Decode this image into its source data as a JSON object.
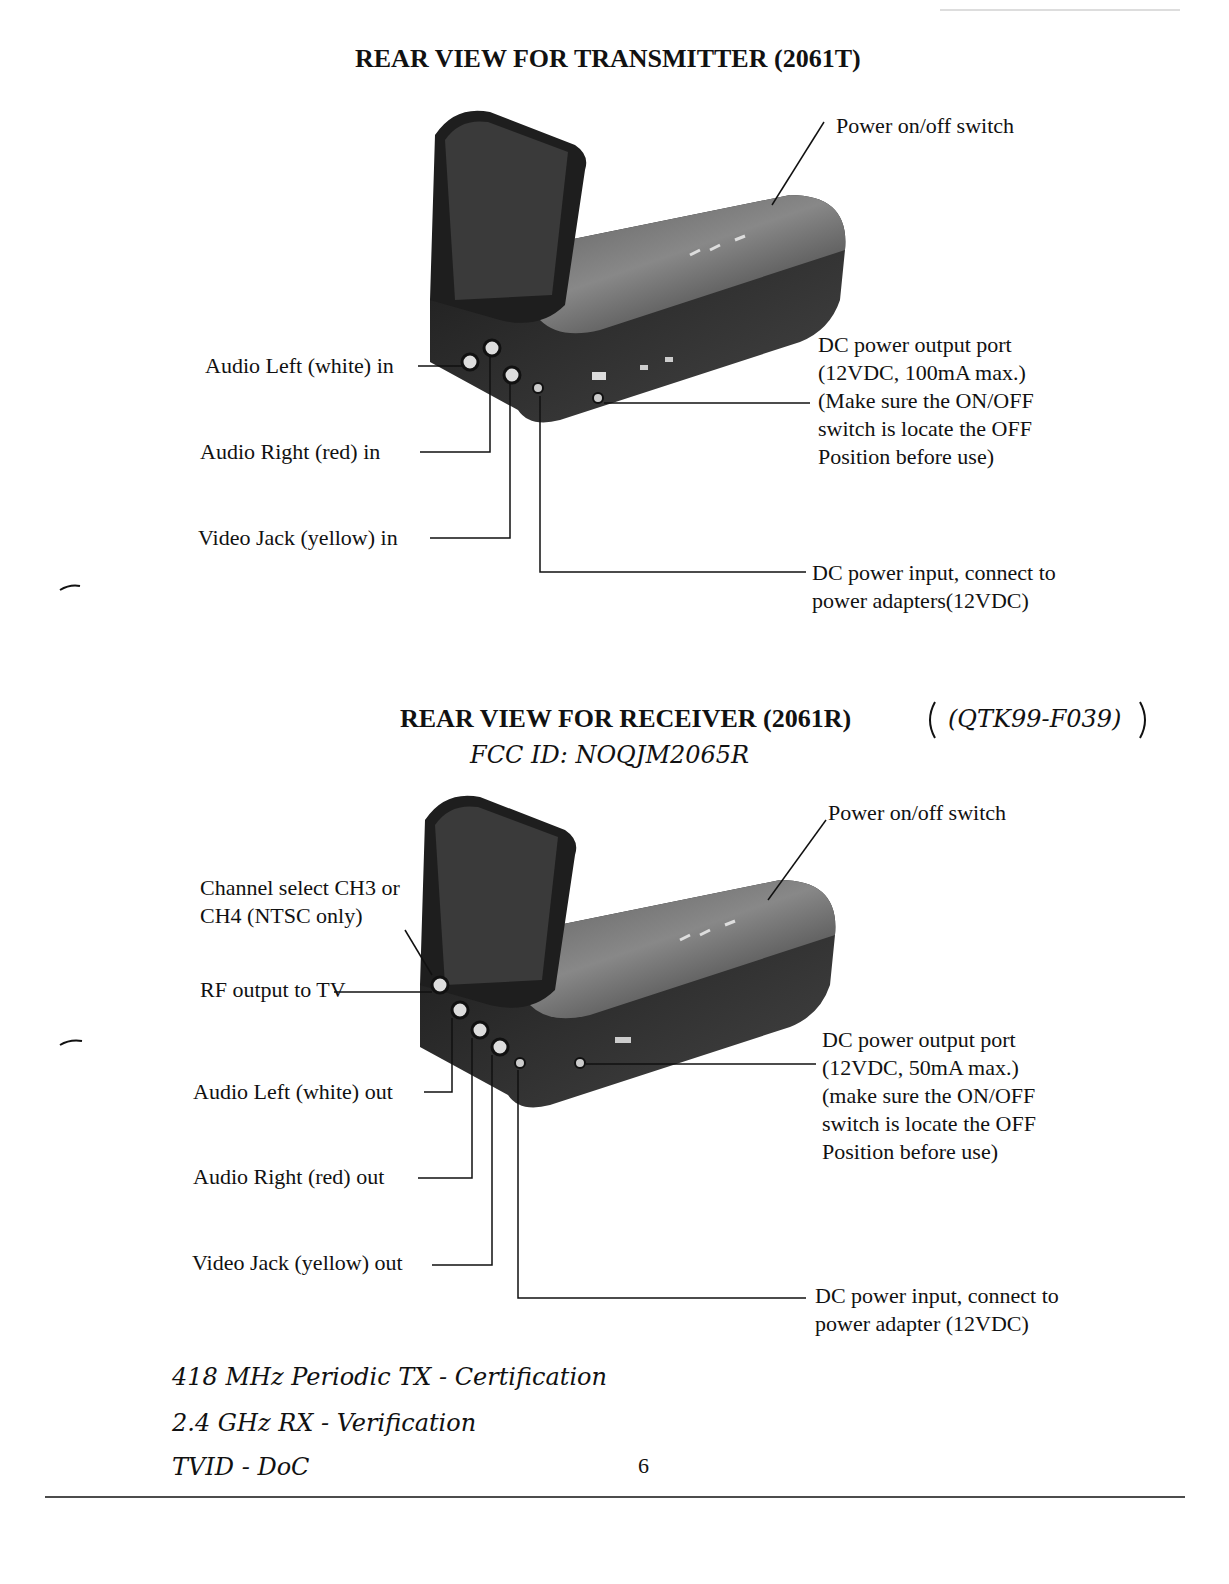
{
  "diagram": {
    "title": "REAR VIEW FOR TRANSMITTER (2061T)",
    "labels": [
      "Power on/off switch",
      "Audio Left (white) in",
      "DC power output port (12VDC, 100mA max.) (Make sure the ON/OFF switch is locate the OFF Position before use)",
      "Audio Right (red) in",
      "Video Jack (yellow) in",
      "DC power input, connect to power adapters(12VDC)",
      "REAR VIEW FOR RECEIVER (2061R)",
      "(QTK99-F039)",
      "FCC ID: NOQJM2065R",
      "Power on/off switch",
      "Channel select CH3 or CH4 (NTSC only)",
      "RF output to TV",
      "DC power output port (12VDC, 50mA max.) (make sure the ON/OFF switch is locate the OFF Position before use)",
      "Audio Left (white) out",
      "Audio Right (red) out",
      "Video Jack (yellow) out",
      "DC power input, connect to power adapter (12VDC)",
      "418 MHz Periodic TX - Certification",
      "2.4 GHz RX - Verification",
      "TVID - DoC",
      "6"
    ]
  }
}
